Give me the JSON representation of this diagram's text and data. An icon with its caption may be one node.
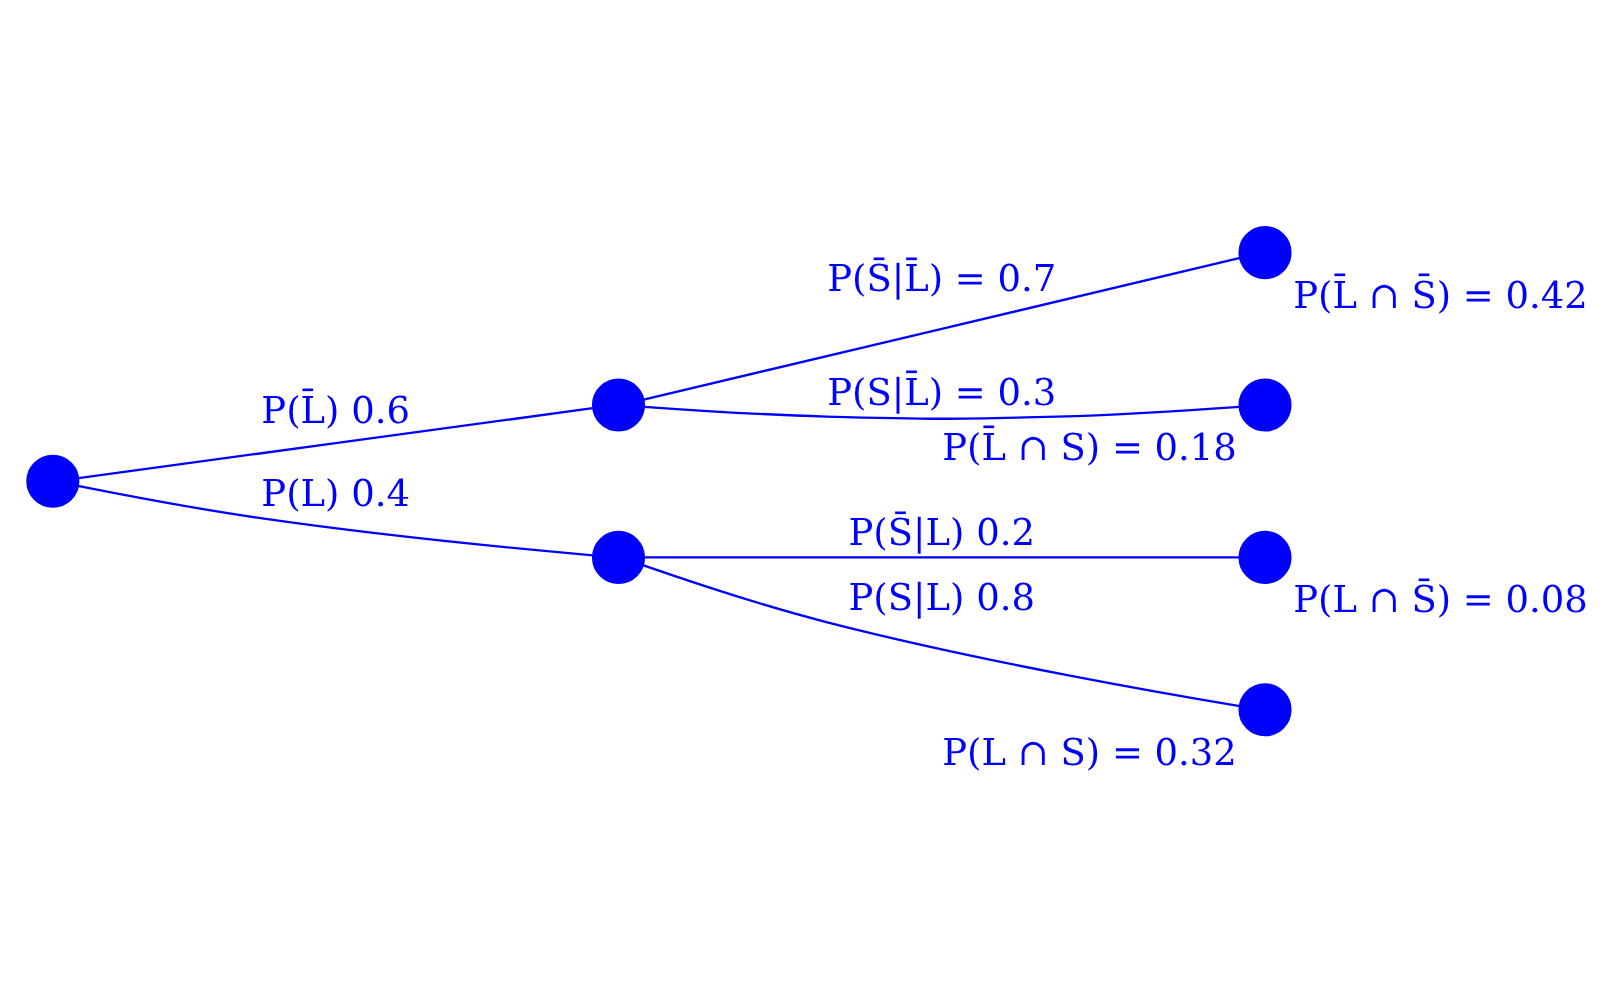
{
  "diagram": {
    "nodes": [
      {
        "text": [],
        "shape": "circle"
      },
      {
        "text": [],
        "shape": "circle"
      },
      {
        "text": [],
        "shape": "circle"
      },
      {
        "text": [],
        "shape": "circle",
        "beside": [
          "P(L̄ ∩ S̄) = 0.42"
        ]
      },
      {
        "text": [],
        "shape": "circle",
        "beside": [
          "P(L̄ ∩ S) = 0.18"
        ]
      },
      {
        "text": [],
        "shape": "circle",
        "beside": [
          "P(L ∩ S̄) = 0.08"
        ]
      },
      {
        "text": [],
        "shape": "circle",
        "beside": [
          "P(L ∩ S) = 0.32"
        ]
      }
    ],
    "edges": [
      {
        "from": 0,
        "to": 1,
        "arrow": "none",
        "label": "P(L̄) 0.6"
      },
      {
        "from": 0,
        "to": 2,
        "arrow": "none",
        "label": "P(L) 0.4"
      },
      {
        "from": 1,
        "to": 3,
        "arrow": "none",
        "label": "P(S̄|L̄) = 0.7"
      },
      {
        "from": 1,
        "to": 4,
        "arrow": "none",
        "label": "P(S|L̄) = 0.3"
      },
      {
        "from": 2,
        "to": 5,
        "arrow": "none",
        "label": "P(S̄|L) 0.2"
      },
      {
        "from": 2,
        "to": 6,
        "arrow": "none",
        "label": "P(S|L) 0.8"
      }
    ]
  }
}
